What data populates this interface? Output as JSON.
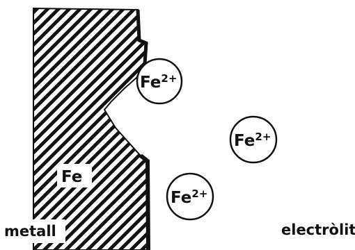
{
  "metal_label": "Fe",
  "ions": [
    {
      "symbol": "Fe",
      "charge": "2+"
    },
    {
      "symbol": "Fe",
      "charge": "2+"
    },
    {
      "symbol": "Fe",
      "charge": "2+"
    }
  ],
  "region_labels": {
    "metal": "metall",
    "electrolyte": "electròlit"
  },
  "colors": {
    "ink": "#111111",
    "background": "#ffffff"
  }
}
